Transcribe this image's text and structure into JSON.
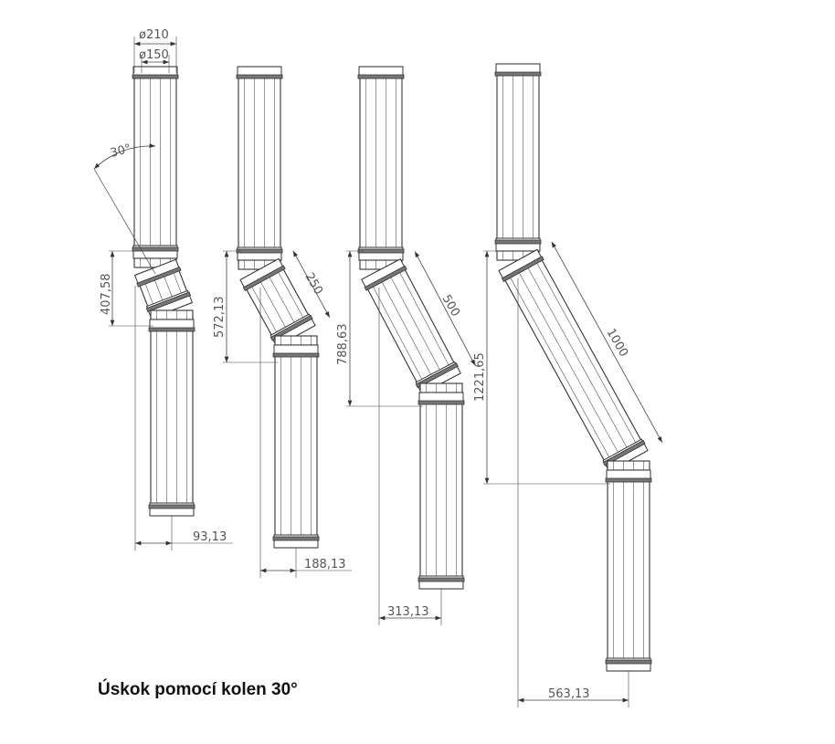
{
  "title": "Úskok pomocí kolen 30°",
  "annotations": {
    "outer_diameter": "ø210",
    "inner_diameter": "ø150",
    "angle": "30°"
  },
  "assemblies": [
    {
      "segment_length": "",
      "height": "407,58",
      "offset": "93,13"
    },
    {
      "segment_length": "250",
      "height": "572,13",
      "offset": "188,13"
    },
    {
      "segment_length": "500",
      "height": "788,63",
      "offset": "313,13"
    },
    {
      "segment_length": "1000",
      "height": "1221,65",
      "offset": "563,13"
    }
  ],
  "colors": {
    "line": "#333333",
    "dim": "#444444"
  }
}
